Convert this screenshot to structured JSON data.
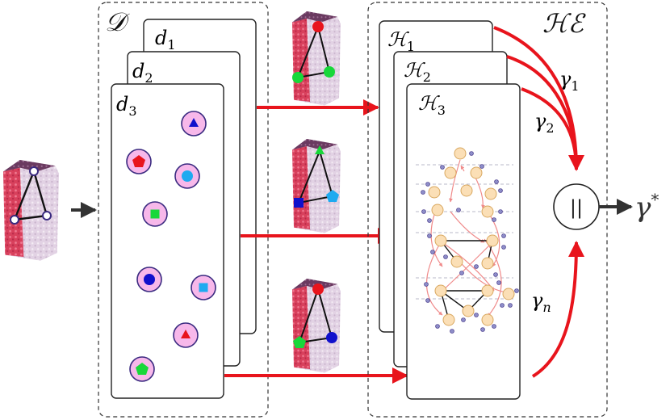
{
  "panels": {
    "left_title": "𝒟",
    "right_title": "ℋℰ"
  },
  "cards_left": [
    {
      "base": "d",
      "sub": "1"
    },
    {
      "base": "d",
      "sub": "2"
    },
    {
      "base": "d",
      "sub": "3"
    }
  ],
  "cards_right": [
    {
      "base": "ℋ",
      "sub": "1"
    },
    {
      "base": "ℋ",
      "sub": "2"
    },
    {
      "base": "ℋ",
      "sub": "3"
    }
  ],
  "gammas": [
    {
      "base": "γ",
      "sub": "1"
    },
    {
      "base": "γ",
      "sub": "2"
    },
    {
      "base": "γ",
      "sub": "n"
    }
  ],
  "concat_symbol": "||",
  "output": {
    "base": "γ",
    "sup": "*"
  },
  "colors": {
    "red": "#e8141c",
    "green": "#18d83a",
    "blue": "#1010cc",
    "cyan": "#1eaaf0",
    "pink": "#f7b8ea",
    "node": "#fbdfb6",
    "hydrogen": "#8d8dc8"
  },
  "d3_tokens": [
    {
      "shape": "triangle",
      "color": "blue"
    },
    {
      "shape": "pentagon",
      "color": "red"
    },
    {
      "shape": "circle",
      "color": "cyan"
    },
    {
      "shape": "square",
      "color": "green"
    },
    {
      "shape": "circle",
      "color": "blue"
    },
    {
      "shape": "square",
      "color": "cyan"
    },
    {
      "shape": "triangle",
      "color": "red"
    },
    {
      "shape": "pentagon",
      "color": "green"
    }
  ]
}
